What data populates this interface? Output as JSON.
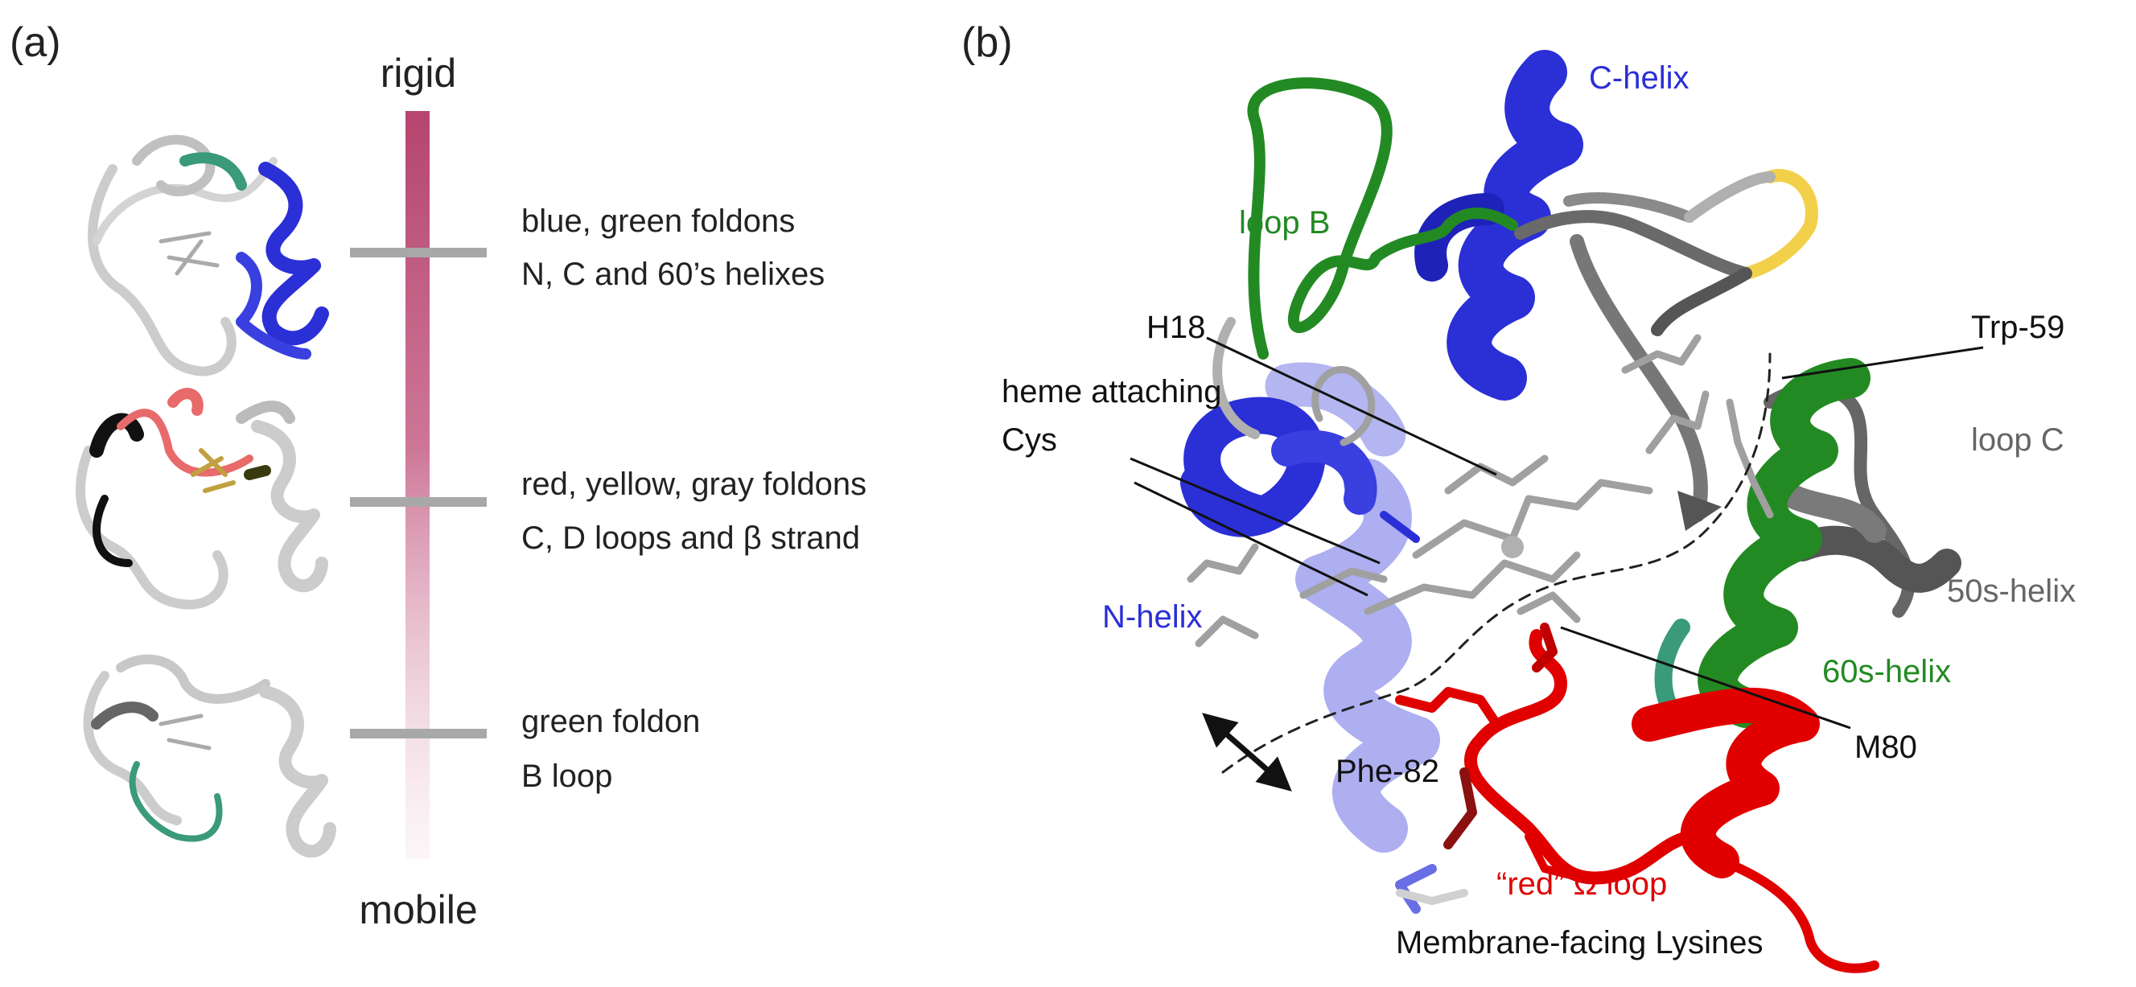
{
  "panel_a": {
    "tag": "(a)",
    "scale_top": "rigid",
    "scale_bottom": "mobile",
    "bar_color": "#b5456e",
    "levels": [
      {
        "line1": "blue, green foldons",
        "line2": "N, C and 60’s helixes"
      },
      {
        "line1": "red, yellow, gray foldons",
        "line2": "C, D loops and β strand"
      },
      {
        "line1": "green foldon",
        "line2": "B loop"
      }
    ]
  },
  "panel_b": {
    "tag": "(b)",
    "labels": {
      "c_helix": "C-helix",
      "loop_b": "loop B",
      "h18": "H18",
      "heme_line1": "heme attaching",
      "heme_line2": "Cys",
      "trp59": "Trp-59",
      "loop_c": "loop C",
      "helix_50s": "50s-helix",
      "n_helix": "N-helix",
      "helix_60s": "60s-helix",
      "m80": "M80",
      "phe82": "Phe-82",
      "red_omega": "“red” Ω loop",
      "lysines": "Membrane-facing Lysines"
    }
  },
  "colors": {
    "blue": "#2b2fd6",
    "green": "#238a23",
    "red": "#e00000",
    "gray": "#666666",
    "light_gray": "#c8c8c8",
    "yellow": "#f2d04a",
    "teal": "#3a9a7a",
    "salmon": "#e86a6a"
  }
}
